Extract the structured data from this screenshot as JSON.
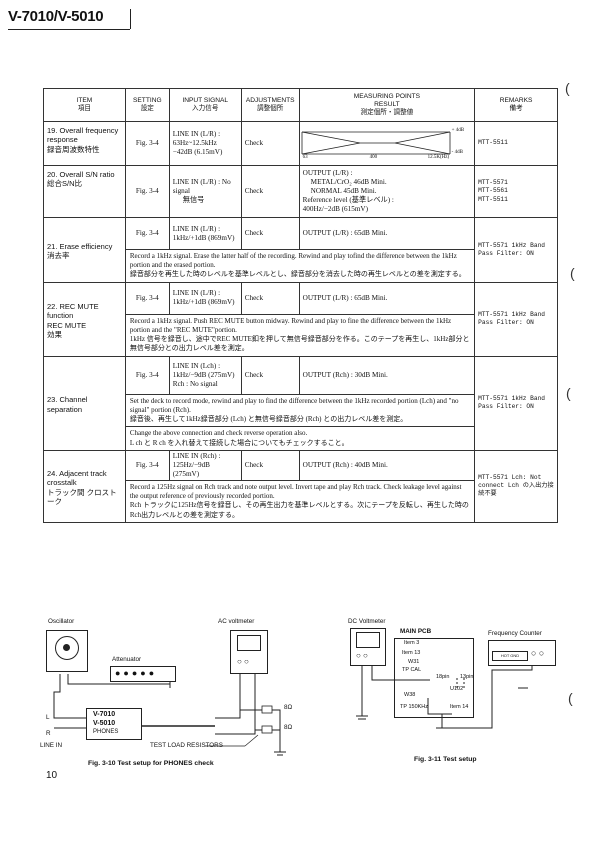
{
  "header": {
    "model": "V-7010/V-5010"
  },
  "columns": {
    "item": "ITEM",
    "item_jp": "項目",
    "setting": "SETTING",
    "setting_jp": "設定",
    "input": "INPUT SIGNAL",
    "input_jp": "入力信号",
    "adjust": "ADJUSTMENTS",
    "adjust_jp": "調整個所",
    "measure": "MEASURING POINTS",
    "measure2": "RESULT",
    "measure_jp": "測定個所・調整値",
    "remarks": "REMARKS",
    "remarks_jp": "備考"
  },
  "rows": {
    "r19": {
      "item": "19. Overall frequency response",
      "item_jp": "録音周波数特性",
      "setting": "Fig. 3-4",
      "input": "LINE IN (L/R) : 63Hz~12.5kHz −42dB (6.15mV)",
      "adjust": "Check",
      "graph_plus": "+ 4dB",
      "graph_minus": "- 4dB",
      "graph_x1": "63",
      "graph_x2": "400",
      "graph_x3": "12.5K(Hz)",
      "remarks": "MTT-5511"
    },
    "r20": {
      "item": "20. Overall S/N ratio",
      "item_jp": "総合S/N比",
      "setting": "Fig. 3-4",
      "input": "LINE IN (L/R) : No signal",
      "input_jp": "無信号",
      "adjust": "Check",
      "measure1": "OUTPUT (L/R) :",
      "measure2": "METAL/CrO₂    46dB Mini.",
      "measure3": "NORMAL          45dB Mini.",
      "measure4": "Reference level (基準レベル) :",
      "measure5": "400Hz/−2dB (615mV)",
      "remarks1": "MTT-5571",
      "remarks2": "MTT-5561",
      "remarks3": "MTT-5511"
    },
    "r21": {
      "item": "21. Erase efficiency",
      "item_jp": "消去率",
      "setting": "Fig. 3-4",
      "input": "LINE IN (L/R) : 1kHz/+1dB (869mV)",
      "adjust": "Check",
      "measure": "OUTPUT (L/R) : 65dB Mini.",
      "desc": "Record a 1kHz signal. Erase the latter half of the recording. Rewind and play tofind the difference between the 1kHz portion and the erased portion.",
      "desc_jp": "録音部分を再生した時のレベルを基準レベルとし、録音部分を消去した時の再生レベルとの差を測定する。",
      "remarks": "MTT-5571 1kHz Band Pass Filter: ON"
    },
    "r22": {
      "item": "22. REC MUTE function",
      "item2": "REC MUTE",
      "item_jp": "効果",
      "setting": "Fig. 3-4",
      "input": "LINE IN (L/R) : 1kHz/+1dB (869mV)",
      "adjust": "Check",
      "measure": "OUTPUT (L/R) : 65dB Mini.",
      "desc": "Record a 1kHz signal. Push REC MUTE button midway. Rewind and play to fine the difference between the 1kHz portion and the \"REC MUTE\"portion.",
      "desc_jp": "1kHz 信号を録音し、途中でREC MUTE釦を押して無信号録音部分を作る。このテープを再生し、1kHz部分と無信号部分との出力レベル差を測定。",
      "remarks": "MTT-5571 1kHz Band Pass Filter: ON"
    },
    "r23": {
      "item": "23. Channel separation",
      "setting": "Fig. 3-4",
      "input": "LINE IN (Lch) : 1kHz/−9dB (275mV) Rch : No signal",
      "adjust": "Check",
      "measure": "OUTPUT (Rch) : 30dB Mini.",
      "desc": "Set the deck to record mode, rewind and play to find the difference between the 1kHz recorded portion (Lch) and \"no signal\" portion (Rch).",
      "desc_jp": "録音後、再生して1kHz録音部分 (Lch) と無信号録音部分 (Rch) との出力レベル差を測定。",
      "desc2": "Change the above connection and check reverse operation also.",
      "desc2_jp": "L ch と R ch を入れ替えて接続した場合についてもチェックすること。",
      "remarks": "MTT-5571 1kHz Band Pass Filter: ON"
    },
    "r24": {
      "item": "24. Adjacent track crosstalk",
      "item_jp": "トラック間 クロストーク",
      "setting": "Fig. 3-4",
      "input": "LINE IN (Rch) : 125Hz/−9dB (275mV)",
      "adjust": "Check",
      "measure": "OUTPUT (Rch) : 40dB Mini.",
      "desc": "Record a 125Hz signal on Rch track and note output level. Invert tape and play Rch track. Check leakage level against the output reference of previously recorded portion.",
      "desc_jp": "Rch トラックに125Hz信号を録音し、その再生出力を基準レベルとする。次にテープを反転し、再生した時のRch出力レベルとの差を測定する。",
      "remarks": "MTT-5571 Lch: Not connect Lch の入出力接続不要"
    }
  },
  "fig310": {
    "oscillator": "Oscillator",
    "attenuator": "Attenuator",
    "ac_voltmeter": "AC voltmeter",
    "deck1": "V-7010",
    "deck2": "V-5010",
    "phones": "PHONES",
    "l": "L",
    "r": "R",
    "line_in": "LINE IN",
    "res1": "8Ω",
    "res2": "8Ω",
    "resistors": "TEST LOAD RESISTORS",
    "caption": "Fig. 3-10 Test setup for PHONES check"
  },
  "fig311": {
    "dc_voltmeter": "DC Voltmeter",
    "main_pcb": "MAIN PCB",
    "freq_counter": "Frequency Counter",
    "item3": "Item 3",
    "item13": "Item 13",
    "w31": "W31",
    "tpcal": "TP CAL",
    "pin18": "18pin",
    "pin13": "13pin",
    "u102": "U102",
    "w38": "W38",
    "tp150": "TP 150KHz",
    "item14": "Item 14",
    "hot_gnd": "HOT GND",
    "caption": "Fig. 3-11 Test setup"
  },
  "footer": {
    "page": "10"
  }
}
